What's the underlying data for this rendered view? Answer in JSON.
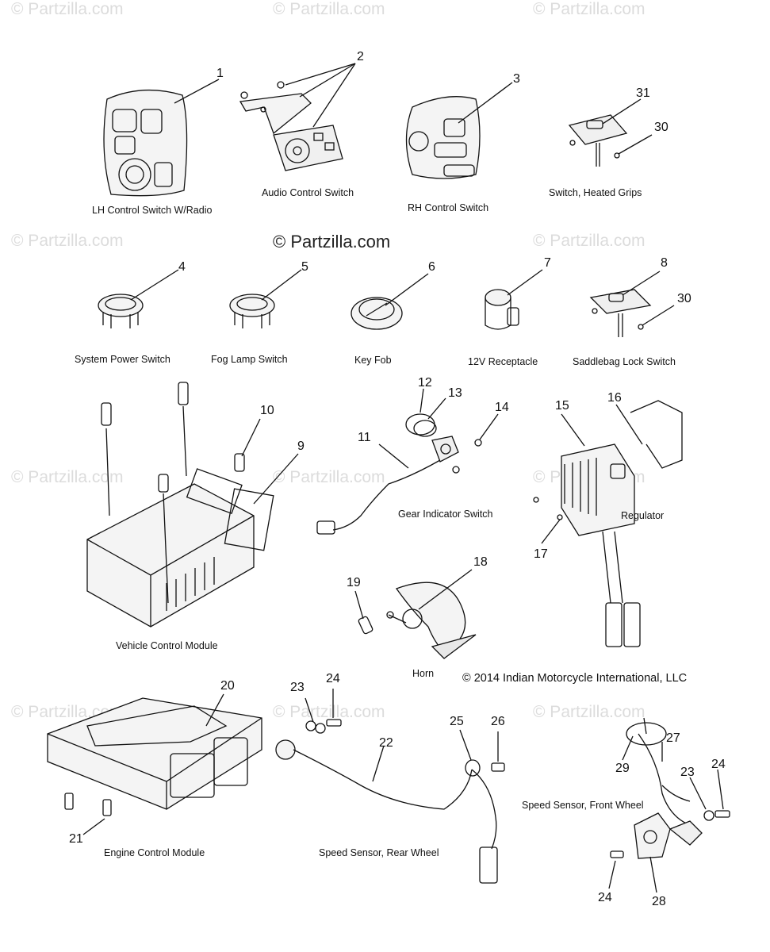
{
  "watermark_text": "© Partzilla.com",
  "center_watermark": "© Partzilla.com",
  "copyright": "© 2014 Indian Motorcycle International, LLC",
  "captions": {
    "lh_switch": "LH Control Switch W/Radio",
    "audio_switch": "Audio Control Switch",
    "rh_switch": "RH Control Switch",
    "heated_grips": "Switch, Heated Grips",
    "system_power": "System Power Switch",
    "fog_lamp": "Fog Lamp Switch",
    "key_fob": "Key Fob",
    "receptacle": "12V Receptacle",
    "saddlebag": "Saddlebag Lock Switch",
    "vcm": "Vehicle Control Module",
    "gear_indicator": "Gear Indicator Switch",
    "regulator": "Regulator",
    "horn": "Horn",
    "ecm": "Engine Control Module",
    "speed_rear": "Speed Sensor, Rear Wheel",
    "speed_front": "Speed Sensor, Front Wheel"
  },
  "callouts": {
    "c1": "1",
    "c2": "2",
    "c3": "3",
    "c31": "31",
    "c30a": "30",
    "c4": "4",
    "c5": "5",
    "c6": "6",
    "c7": "7",
    "c8": "8",
    "c30b": "30",
    "c12": "12",
    "c13": "13",
    "c14": "14",
    "c15": "15",
    "c16": "16",
    "c10": "10",
    "c9": "9",
    "c11": "11",
    "c17": "17",
    "c18": "18",
    "c19": "19",
    "c20": "20",
    "c23a": "23",
    "c24a": "24",
    "c22": "22",
    "c25": "25",
    "c26": "26",
    "c27": "27",
    "c29": "29",
    "c23b": "23",
    "c24b": "24",
    "c21": "21",
    "c24c": "24",
    "c28": "28"
  }
}
